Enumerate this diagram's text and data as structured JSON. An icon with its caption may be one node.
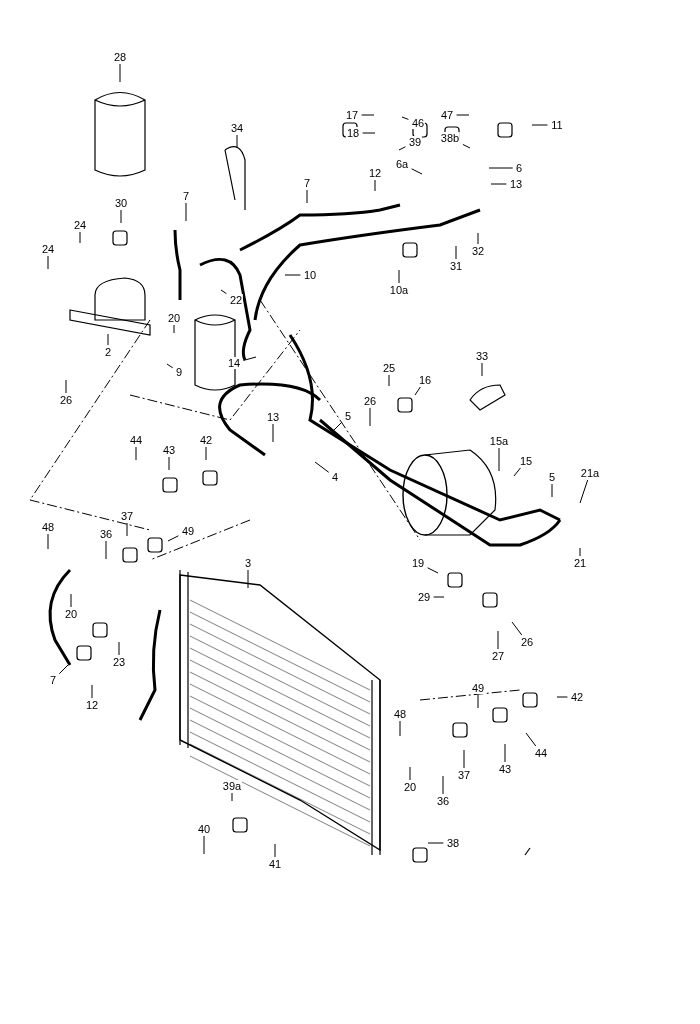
{
  "diagram": {
    "nodes": [
      {
        "text": [
          "28"
        ]
      },
      {
        "text": [
          "17"
        ]
      },
      {
        "text": [
          "46"
        ]
      },
      {
        "text": [
          "47"
        ]
      },
      {
        "text": [
          "11"
        ]
      },
      {
        "text": [
          "34"
        ]
      },
      {
        "text": [
          "18"
        ]
      },
      {
        "text": [
          "39"
        ]
      },
      {
        "text": [
          "38b"
        ]
      },
      {
        "text": [
          "6a"
        ]
      },
      {
        "text": [
          "6"
        ]
      },
      {
        "text": [
          "12"
        ]
      },
      {
        "text": [
          "13"
        ]
      },
      {
        "text": [
          "7"
        ]
      },
      {
        "text": [
          "7"
        ]
      },
      {
        "text": [
          "30"
        ]
      },
      {
        "text": [
          "24"
        ]
      },
      {
        "text": [
          "24"
        ]
      },
      {
        "text": [
          "31"
        ]
      },
      {
        "text": [
          "32"
        ]
      },
      {
        "text": [
          "10"
        ]
      },
      {
        "text": [
          "22"
        ]
      },
      {
        "text": [
          "10a"
        ]
      },
      {
        "text": [
          "20"
        ]
      },
      {
        "text": [
          "2"
        ]
      },
      {
        "text": [
          "9"
        ]
      },
      {
        "text": [
          "14"
        ]
      },
      {
        "text": [
          "25"
        ]
      },
      {
        "text": [
          "16"
        ]
      },
      {
        "text": [
          "33"
        ]
      },
      {
        "text": [
          "26"
        ]
      },
      {
        "text": [
          "26"
        ]
      },
      {
        "text": [
          "5"
        ]
      },
      {
        "text": [
          "13"
        ]
      },
      {
        "text": [
          "15a"
        ]
      },
      {
        "text": [
          "44"
        ]
      },
      {
        "text": [
          "43"
        ]
      },
      {
        "text": [
          "42"
        ]
      },
      {
        "text": [
          "15"
        ]
      },
      {
        "text": [
          "5"
        ]
      },
      {
        "text": [
          "21a"
        ]
      },
      {
        "text": [
          "4"
        ]
      },
      {
        "text": [
          "48"
        ]
      },
      {
        "text": [
          "37"
        ]
      },
      {
        "text": [
          "36"
        ]
      },
      {
        "text": [
          "49"
        ]
      },
      {
        "text": [
          "21"
        ]
      },
      {
        "text": [
          "19"
        ]
      },
      {
        "text": [
          "3"
        ]
      },
      {
        "text": [
          "29"
        ]
      },
      {
        "text": [
          "20"
        ]
      },
      {
        "text": [
          "26"
        ]
      },
      {
        "text": [
          "27"
        ]
      },
      {
        "text": [
          "23"
        ]
      },
      {
        "text": [
          "7"
        ]
      },
      {
        "text": [
          "12"
        ]
      },
      {
        "text": [
          "49"
        ]
      },
      {
        "text": [
          "42"
        ]
      },
      {
        "text": [
          "48"
        ]
      },
      {
        "text": [
          "44"
        ]
      },
      {
        "text": [
          "43"
        ]
      },
      {
        "text": [
          "37"
        ]
      },
      {
        "text": [
          "20"
        ]
      },
      {
        "text": [
          "36"
        ]
      },
      {
        "text": [
          "39a"
        ]
      },
      {
        "text": [
          "38"
        ]
      },
      {
        "text": [
          "40"
        ]
      },
      {
        "text": [
          "41"
        ]
      }
    ],
    "edges": [
      {
        "from": 0,
        "to": null,
        "arrow": "none"
      },
      {
        "from": 1,
        "to": null,
        "arrow": "none"
      },
      {
        "from": 2,
        "to": null,
        "arrow": "none"
      },
      {
        "from": 3,
        "to": null,
        "arrow": "none"
      },
      {
        "from": 4,
        "to": null,
        "arrow": "none"
      },
      {
        "from": 5,
        "to": null,
        "arrow": "none"
      },
      {
        "from": 6,
        "to": null,
        "arrow": "none"
      },
      {
        "from": 7,
        "to": null,
        "arrow": "none"
      },
      {
        "from": 8,
        "to": null,
        "arrow": "none"
      },
      {
        "from": 9,
        "to": null,
        "arrow": "none"
      },
      {
        "from": 10,
        "to": null,
        "arrow": "none"
      },
      {
        "from": 11,
        "to": null,
        "arrow": "none"
      },
      {
        "from": 12,
        "to": null,
        "arrow": "none"
      },
      {
        "from": 13,
        "to": null,
        "arrow": "none"
      },
      {
        "from": 14,
        "to": null,
        "arrow": "none"
      },
      {
        "from": 15,
        "to": null,
        "arrow": "none"
      },
      {
        "from": 16,
        "to": null,
        "arrow": "none"
      },
      {
        "from": 17,
        "to": null,
        "arrow": "none"
      },
      {
        "from": 18,
        "to": null,
        "arrow": "none"
      },
      {
        "from": 19,
        "to": null,
        "arrow": "none"
      },
      {
        "from": 20,
        "to": null,
        "arrow": "none"
      },
      {
        "from": 21,
        "to": null,
        "arrow": "none"
      },
      {
        "from": 22,
        "to": null,
        "arrow": "none"
      },
      {
        "from": 23,
        "to": null,
        "arrow": "none"
      },
      {
        "from": 24,
        "to": null,
        "arrow": "none"
      },
      {
        "from": 25,
        "to": null,
        "arrow": "none"
      },
      {
        "from": 26,
        "to": null,
        "arrow": "none"
      },
      {
        "from": 27,
        "to": null,
        "arrow": "none"
      },
      {
        "from": 28,
        "to": null,
        "arrow": "none"
      },
      {
        "from": 29,
        "to": null,
        "arrow": "none"
      },
      {
        "from": 30,
        "to": null,
        "arrow": "none"
      },
      {
        "from": 31,
        "to": null,
        "arrow": "none"
      },
      {
        "from": 32,
        "to": null,
        "arrow": "none"
      },
      {
        "from": 33,
        "to": null,
        "arrow": "none"
      },
      {
        "from": 34,
        "to": null,
        "arrow": "none"
      },
      {
        "from": 35,
        "to": null,
        "arrow": "none"
      },
      {
        "from": 36,
        "to": null,
        "arrow": "none"
      },
      {
        "from": 37,
        "to": null,
        "arrow": "none"
      },
      {
        "from": 38,
        "to": null,
        "arrow": "none"
      },
      {
        "from": 39,
        "to": null,
        "arrow": "none"
      },
      {
        "from": 40,
        "to": null,
        "arrow": "none"
      },
      {
        "from": 41,
        "to": null,
        "arrow": "none"
      },
      {
        "from": 42,
        "to": null,
        "arrow": "none"
      },
      {
        "from": 43,
        "to": null,
        "arrow": "none"
      },
      {
        "from": 44,
        "to": null,
        "arrow": "none"
      },
      {
        "from": 45,
        "to": null,
        "arrow": "none"
      },
      {
        "from": 46,
        "to": null,
        "arrow": "none"
      },
      {
        "from": 47,
        "to": null,
        "arrow": "none"
      },
      {
        "from": 48,
        "to": null,
        "arrow": "none"
      },
      {
        "from": 49,
        "to": null,
        "arrow": "none"
      },
      {
        "from": 50,
        "to": null,
        "arrow": "none"
      },
      {
        "from": 51,
        "to": null,
        "arrow": "none"
      },
      {
        "from": 52,
        "to": null,
        "arrow": "none"
      },
      {
        "from": 53,
        "to": null,
        "arrow": "none"
      },
      {
        "from": 54,
        "to": null,
        "arrow": "none"
      },
      {
        "from": 55,
        "to": null,
        "arrow": "none"
      },
      {
        "from": 56,
        "to": null,
        "arrow": "none"
      },
      {
        "from": 57,
        "to": null,
        "arrow": "none"
      },
      {
        "from": 58,
        "to": null,
        "arrow": "none"
      },
      {
        "from": 59,
        "to": null,
        "arrow": "none"
      },
      {
        "from": 60,
        "to": null,
        "arrow": "none"
      },
      {
        "from": 61,
        "to": null,
        "arrow": "none"
      },
      {
        "from": 62,
        "to": null,
        "arrow": "none"
      },
      {
        "from": 63,
        "to": null,
        "arrow": "none"
      },
      {
        "from": 64,
        "to": null,
        "arrow": "none"
      },
      {
        "from": 65,
        "to": null,
        "arrow": "none"
      },
      {
        "from": 66,
        "to": null,
        "arrow": "none"
      },
      {
        "from": 67,
        "to": null,
        "arrow": "none"
      }
    ]
  }
}
